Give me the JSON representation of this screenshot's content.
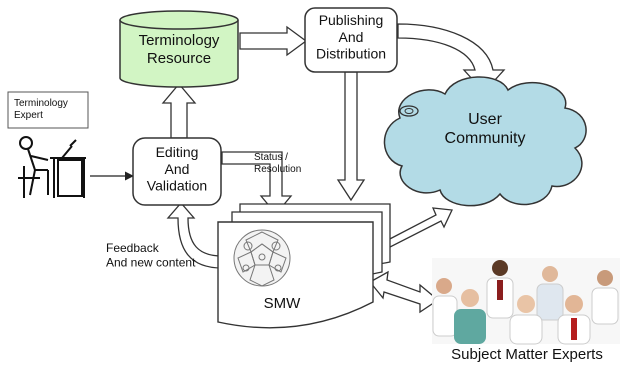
{
  "nodes": {
    "terminology_expert": "Terminology\nExpert",
    "terminology_resource": "Terminology\nResource",
    "publishing": "Publishing\nAnd\nDistribution",
    "editing": "Editing\nAnd\nValidation",
    "user_community": "User\nCommunity",
    "smw": "SMW",
    "subject_matter_experts": "Subject Matter Experts"
  },
  "edge_labels": {
    "status_resolution": "Status /\nResolution",
    "feedback": "Feedback\nAnd new content"
  },
  "colors": {
    "resource_fill": "#d2f5c4",
    "cloud_fill": "#b3dbe6",
    "stroke": "#333333",
    "arrow_fill": "#ffffff"
  },
  "icons": [
    "stick-figure-at-desk-icon",
    "buckyball-logo-icon",
    "people-photo"
  ]
}
